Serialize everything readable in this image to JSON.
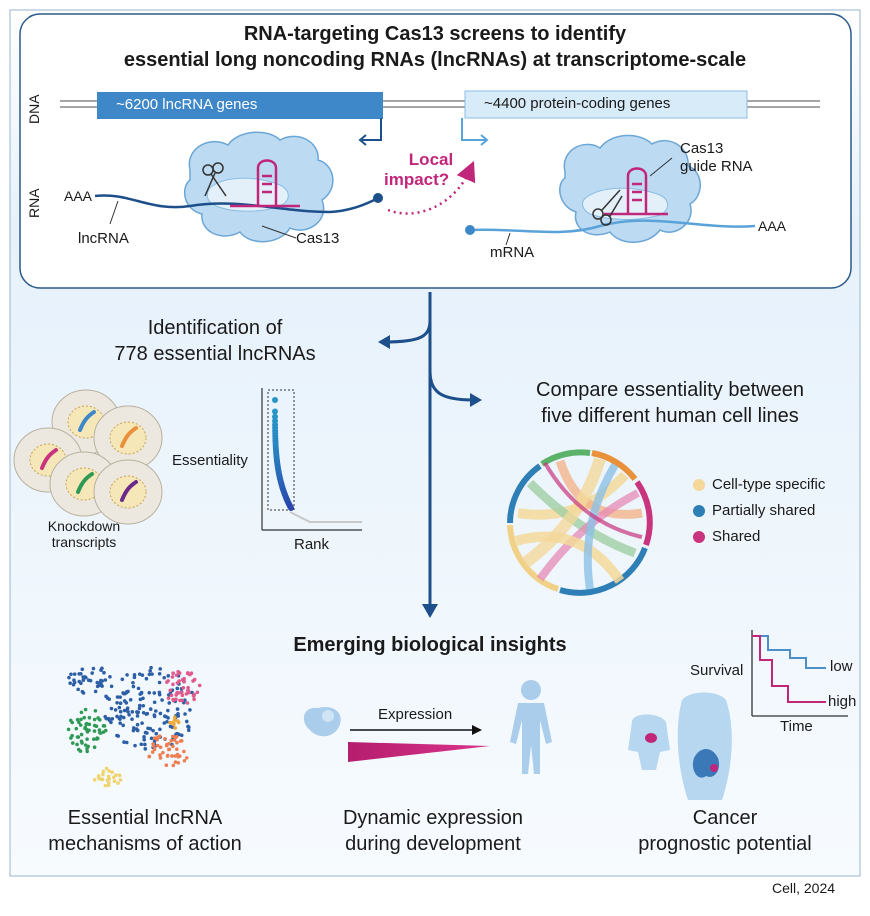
{
  "header": {
    "title_line1": "RNA-targeting Cas13 screens to identify",
    "title_line2": "essential long noncoding RNAs (lncRNAs) at transcriptome-scale"
  },
  "top_panel": {
    "dna_label": "DNA",
    "rna_label": "RNA",
    "lncrna_genes": "~6200 lncRNA genes",
    "protein_genes": "~4400 protein-coding genes",
    "local_impact_line1": "Local",
    "local_impact_line2": "impact?",
    "aaa_left": "AAA",
    "aaa_right": "AAA",
    "lncrna_label": "lncRNA",
    "cas13_label": "Cas13",
    "mrna_label": "mRNA",
    "guide_line1": "Cas13",
    "guide_line2": "guide RNA"
  },
  "identification": {
    "line1": "Identification of",
    "line2": "778 essential lncRNAs",
    "knockdown_line1": "Knockdown",
    "knockdown_line2": "transcripts",
    "essentiality_label": "Essentiality",
    "rank_label": "Rank"
  },
  "comparison": {
    "line1": "Compare essentiality between",
    "line2": "five different human cell lines",
    "legend": [
      {
        "label": "Cell-type specific",
        "color": "#f3d89a"
      },
      {
        "label": "Partially shared",
        "color": "#2e7fb6"
      },
      {
        "label": "Shared",
        "color": "#c8357e"
      }
    ]
  },
  "insights": {
    "heading": "Emerging biological insights",
    "expression_label": "Expression",
    "survival_label": "Survival",
    "time_label": "Time",
    "low_label": "low",
    "high_label": "high",
    "panel1_line1": "Essential lncRNA",
    "panel1_line2": "mechanisms of action",
    "panel2_line1": "Dynamic expression",
    "panel2_line2": "during development",
    "panel3_line1": "Cancer",
    "panel3_line2": "prognostic potential"
  },
  "citation": "Cell, 2024",
  "colors": {
    "accent_blue": "#1d4f8a",
    "light_blue": "#c9e3f5",
    "gene_blue": "#3e87c9",
    "magenta": "#c0267a"
  }
}
